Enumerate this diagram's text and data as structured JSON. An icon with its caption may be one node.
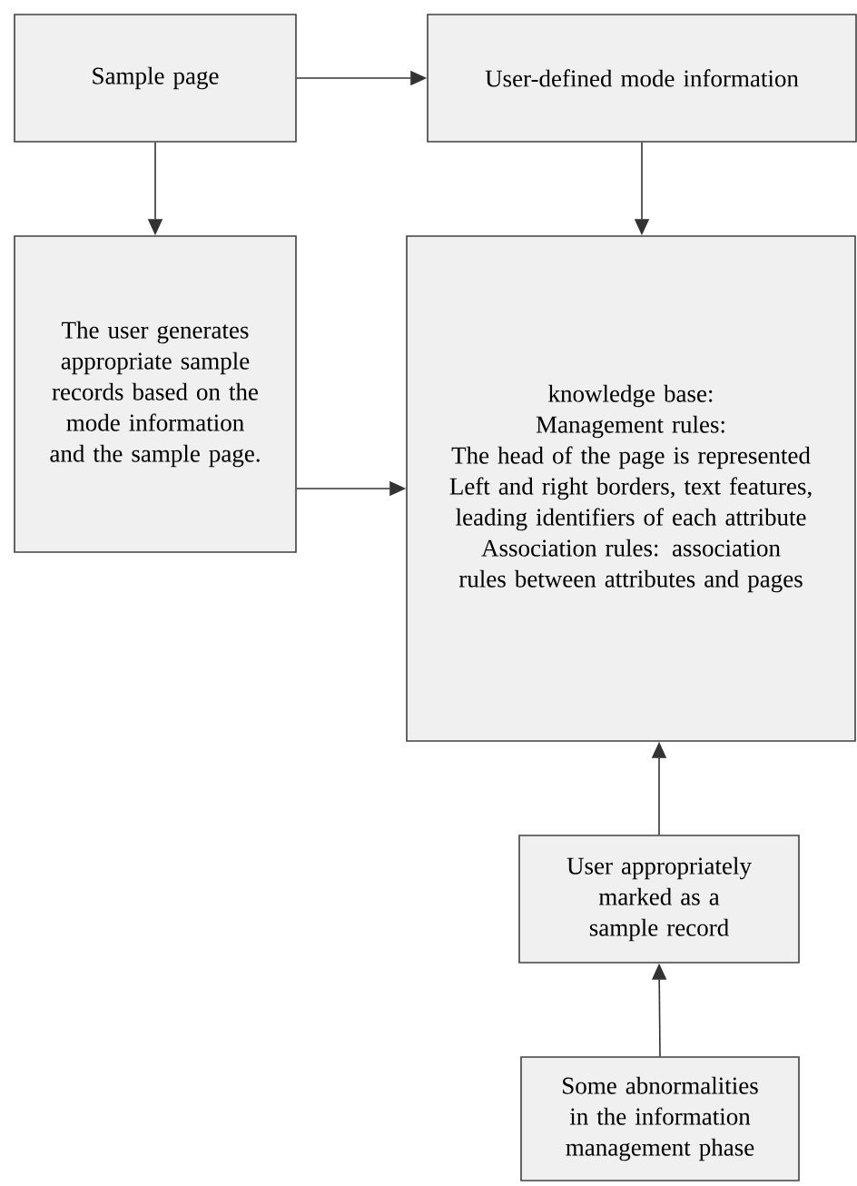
{
  "diagram": {
    "nodes": [
      {
        "text": [
          "Sample page"
        ]
      },
      {
        "text": [
          "User-defined mode information"
        ]
      },
      {
        "text": [
          "The user generates appropriate sample records based on the mode information and the sample page."
        ]
      },
      {
        "text": [
          "knowledge base:",
          "Management rules:",
          "The head of the page is represented",
          "Left and right borders, text features, leading identifiers of each attribute",
          "Association rules: association rules between attributes and pages"
        ]
      },
      {
        "text": [
          "User appropriately marked as a sample record"
        ]
      },
      {
        "text": [
          "Some abnormalities in the information management phase"
        ]
      }
    ],
    "edges": [
      {
        "from": 0,
        "to": 1,
        "arrow": "to"
      },
      {
        "from": 0,
        "to": 2,
        "arrow": "to"
      },
      {
        "from": 1,
        "to": 3,
        "arrow": "to"
      },
      {
        "from": 2,
        "to": 3,
        "arrow": "to"
      },
      {
        "from": 4,
        "to": 3,
        "arrow": "to"
      },
      {
        "from": 5,
        "to": 4,
        "arrow": "to"
      }
    ]
  }
}
